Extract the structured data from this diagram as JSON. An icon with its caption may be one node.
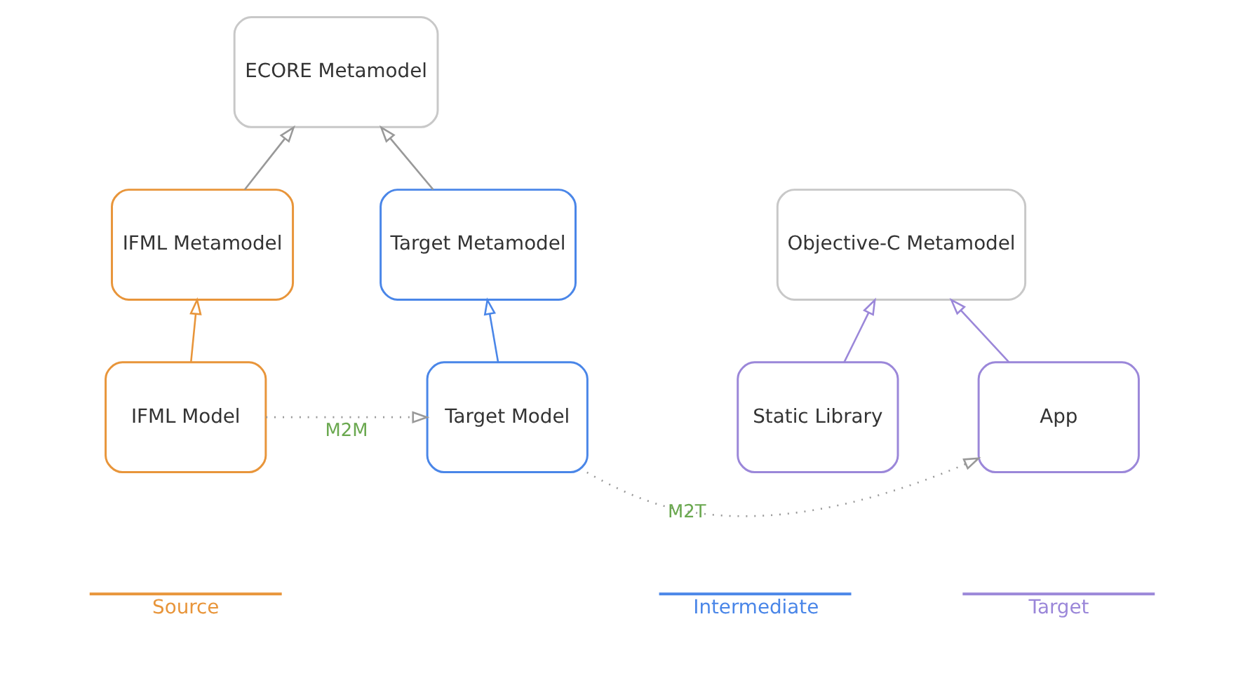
{
  "diagram": {
    "nodes": [
      {
        "text": [
          "ECORE Metamodel"
        ]
      },
      {
        "text": [
          "IFML Metamodel"
        ]
      },
      {
        "text": [
          "Target Metamodel"
        ]
      },
      {
        "text": [
          "Objective-C Metamodel"
        ]
      },
      {
        "text": [
          "IFML Model"
        ]
      },
      {
        "text": [
          "Target Model"
        ]
      },
      {
        "text": [
          "App"
        ]
      },
      {
        "text": [
          "Static Library"
        ]
      }
    ],
    "edges": [
      {
        "from": 1,
        "to": 0,
        "arrow": "to"
      },
      {
        "from": 2,
        "to": 0,
        "arrow": "to"
      },
      {
        "from": 4,
        "to": 1,
        "arrow": "to",
        "color": "#e8953a"
      },
      {
        "from": 5,
        "to": 2,
        "arrow": "to",
        "color": "#4a86e8"
      },
      {
        "from": 4,
        "to": 5,
        "arrow": "to",
        "style": "dashed",
        "label": "M2M"
      },
      {
        "from": 5,
        "to": 6,
        "arrow": "to",
        "style": "dashed",
        "label": "M2T"
      },
      {
        "from": 6,
        "to": 3,
        "arrow": "to",
        "color": "#9b87d9"
      },
      {
        "from": 7,
        "to": 3,
        "arrow": "to",
        "color": "#9b87d9"
      }
    ],
    "labels": [
      "Source",
      "Intermediate",
      "Target"
    ]
  }
}
